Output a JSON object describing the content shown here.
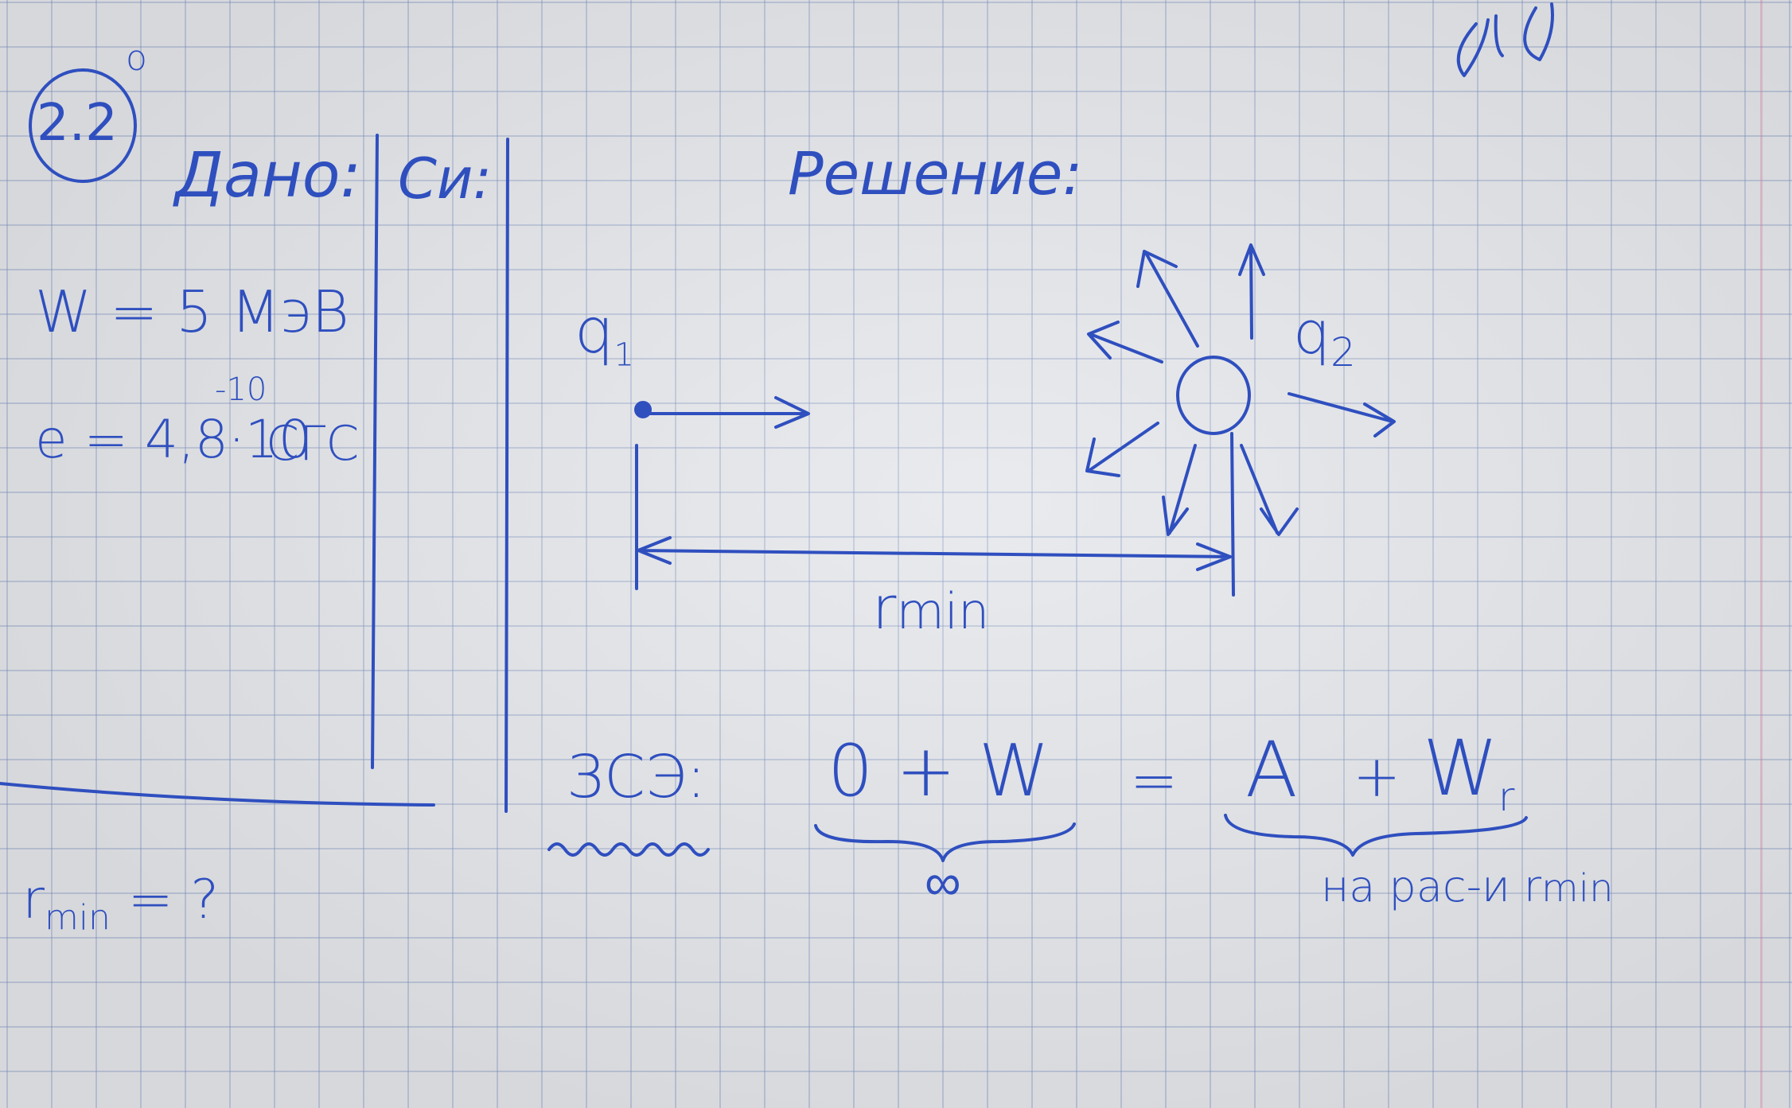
{
  "problem": {
    "number": "2.2",
    "mark": "o",
    "corner_scribble": "g/g"
  },
  "columns": {
    "given": "Дано:",
    "si": "Си:",
    "solution": "Решение:"
  },
  "given": {
    "energy": "W = 5 МэВ",
    "charge": "e = 4,8·10",
    "charge_exponent": "-10",
    "charge_unit": "СГС"
  },
  "find": {
    "label": "r",
    "sub": "min",
    "rest": " = ?"
  },
  "diagram": {
    "q1_label": "q",
    "q1_sub": "1",
    "q2_label": "q",
    "q2_sub": "2",
    "distance_label": "r",
    "distance_sub": "min"
  },
  "equation": {
    "law": "ЗСЭ:",
    "left": "0 + W",
    "equals": "=",
    "right": "A",
    "plus": "+",
    "right2": "W",
    "right2_sub": "r",
    "under_left": "∞",
    "under_right": "на рас-и r",
    "under_right_sub": "min"
  },
  "colors": {
    "ink": "#2f4fbf",
    "paper": "#e4e6ea",
    "grid": "#8c9fd0"
  }
}
